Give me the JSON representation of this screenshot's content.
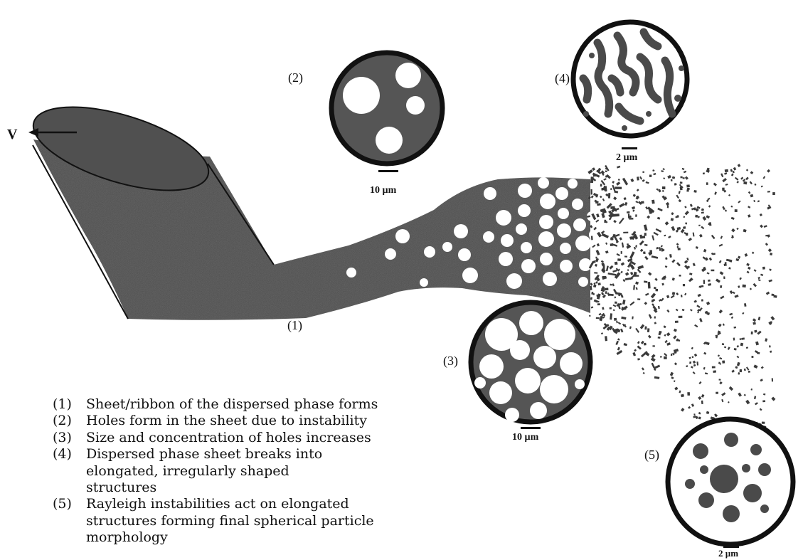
{
  "velocity_label": "V",
  "labels": {
    "l1": "(1)",
    "l2": "(2)",
    "l3": "(3)",
    "l4": "(4)",
    "l5": "(5)"
  },
  "scales": {
    "s2": "10 µm",
    "s3": "10 µm",
    "s4": "2 µm",
    "s5": "2 µm"
  },
  "legend": [
    {
      "num": "(1)",
      "text": "Sheet/ribbon of the dispersed phase forms"
    },
    {
      "num": "(2)",
      "text": "Holes form in the sheet due to instability"
    },
    {
      "num": "(3)",
      "text": "Size and concentration of holes increases"
    },
    {
      "num": "(4)",
      "text": "Dispersed phase sheet breaks into elongated, irregularly shaped structures"
    },
    {
      "num": "(5)",
      "text": "Rayleigh instabilities act on elongated structures forming final spherical particle morphology"
    }
  ],
  "colors": {
    "fill": "#4a4a4a",
    "ink": "#111111",
    "background": "#ffffff"
  }
}
